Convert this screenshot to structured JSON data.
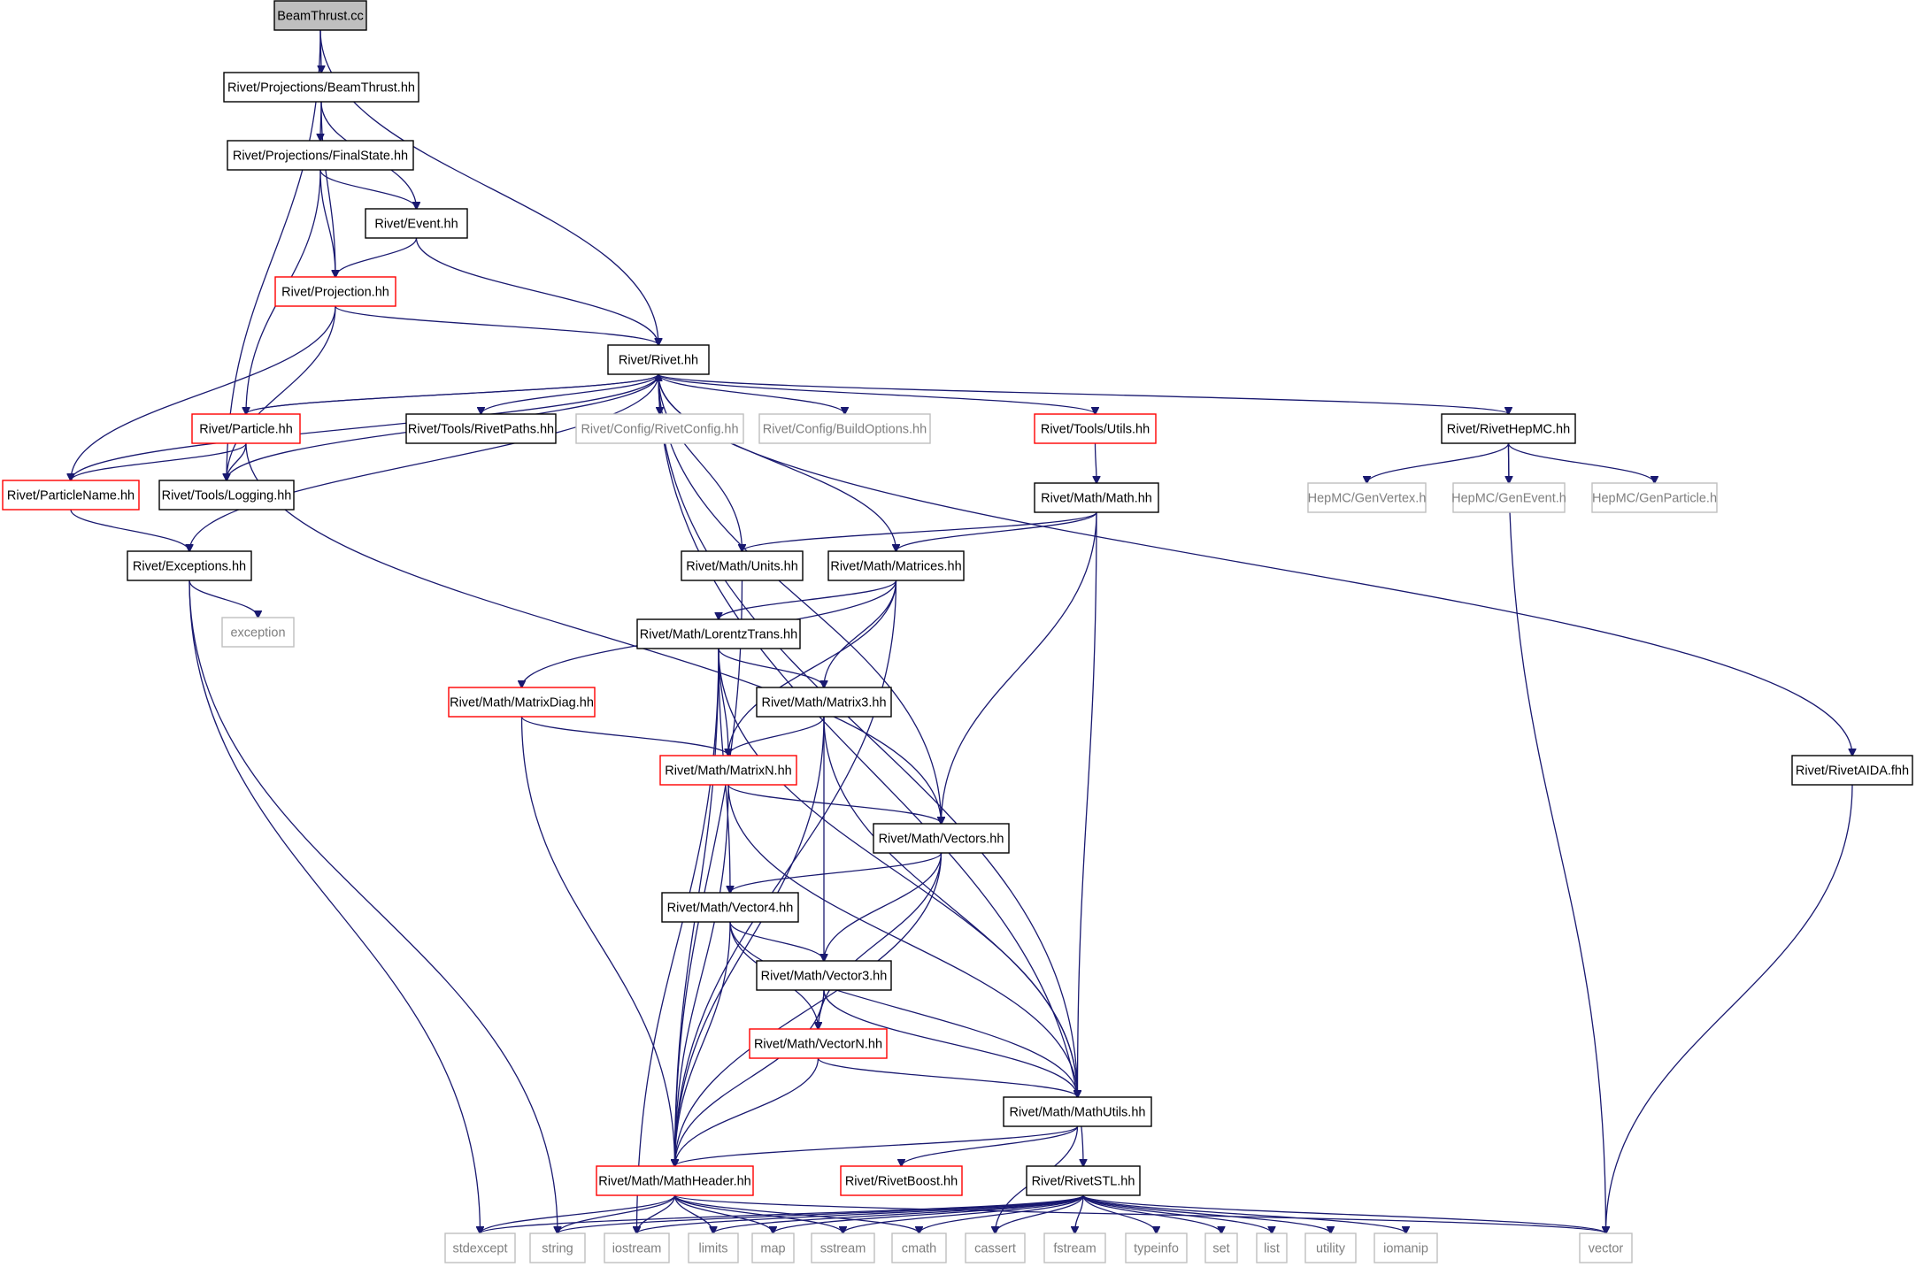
{
  "palette": {
    "edge": "#191970",
    "node_border": "#000000",
    "highlight_border": "#ff0000",
    "external_border": "#bfbfbf",
    "root_fill": "#bfbfbf",
    "external_text": "#7f7f7f",
    "text": "#000000"
  },
  "graph": {
    "nodes": [
      {
        "id": "beamthrust_cc",
        "label": "BeamThrust.cc",
        "kind": "root"
      },
      {
        "id": "proj_beamthrust",
        "label": "Rivet/Projections/BeamThrust.hh",
        "kind": "normal"
      },
      {
        "id": "proj_finalstate",
        "label": "Rivet/Projections/FinalState.hh",
        "kind": "normal"
      },
      {
        "id": "event",
        "label": "Rivet/Event.hh",
        "kind": "normal"
      },
      {
        "id": "projection",
        "label": "Rivet/Projection.hh",
        "kind": "highlight"
      },
      {
        "id": "rivet",
        "label": "Rivet/Rivet.hh",
        "kind": "normal"
      },
      {
        "id": "particle",
        "label": "Rivet/Particle.hh",
        "kind": "highlight"
      },
      {
        "id": "rivetpaths",
        "label": "Rivet/Tools/RivetPaths.hh",
        "kind": "normal"
      },
      {
        "id": "rivetconfig",
        "label": "Rivet/Config/RivetConfig.hh",
        "kind": "external"
      },
      {
        "id": "buildoptions",
        "label": "Rivet/Config/BuildOptions.hh",
        "kind": "external"
      },
      {
        "id": "utils",
        "label": "Rivet/Tools/Utils.hh",
        "kind": "highlight"
      },
      {
        "id": "rivethepmc",
        "label": "Rivet/RivetHepMC.hh",
        "kind": "normal"
      },
      {
        "id": "particlename",
        "label": "Rivet/ParticleName.hh",
        "kind": "highlight"
      },
      {
        "id": "logging",
        "label": "Rivet/Tools/Logging.hh",
        "kind": "normal"
      },
      {
        "id": "math",
        "label": "Rivet/Math/Math.hh",
        "kind": "normal"
      },
      {
        "id": "genvertex",
        "label": "HepMC/GenVertex.h",
        "kind": "external"
      },
      {
        "id": "genevent",
        "label": "HepMC/GenEvent.h",
        "kind": "external"
      },
      {
        "id": "genparticle",
        "label": "HepMC/GenParticle.h",
        "kind": "external"
      },
      {
        "id": "exceptions",
        "label": "Rivet/Exceptions.hh",
        "kind": "normal"
      },
      {
        "id": "units",
        "label": "Rivet/Math/Units.hh",
        "kind": "normal"
      },
      {
        "id": "matrices",
        "label": "Rivet/Math/Matrices.hh",
        "kind": "normal"
      },
      {
        "id": "exception",
        "label": "exception",
        "kind": "external"
      },
      {
        "id": "lorentztrans",
        "label": "Rivet/Math/LorentzTrans.hh",
        "kind": "normal"
      },
      {
        "id": "matrixdiag",
        "label": "Rivet/Math/MatrixDiag.hh",
        "kind": "highlight"
      },
      {
        "id": "matrix3",
        "label": "Rivet/Math/Matrix3.hh",
        "kind": "normal"
      },
      {
        "id": "matrixn",
        "label": "Rivet/Math/MatrixN.hh",
        "kind": "highlight"
      },
      {
        "id": "rivetaida",
        "label": "Rivet/RivetAIDA.fhh",
        "kind": "normal"
      },
      {
        "id": "vectors",
        "label": "Rivet/Math/Vectors.hh",
        "kind": "normal"
      },
      {
        "id": "vector4",
        "label": "Rivet/Math/Vector4.hh",
        "kind": "normal"
      },
      {
        "id": "vector3",
        "label": "Rivet/Math/Vector3.hh",
        "kind": "normal"
      },
      {
        "id": "vectorn",
        "label": "Rivet/Math/VectorN.hh",
        "kind": "highlight"
      },
      {
        "id": "mathutils",
        "label": "Rivet/Math/MathUtils.hh",
        "kind": "normal"
      },
      {
        "id": "mathheader",
        "label": "Rivet/Math/MathHeader.hh",
        "kind": "highlight"
      },
      {
        "id": "rivetboost",
        "label": "Rivet/RivetBoost.hh",
        "kind": "highlight"
      },
      {
        "id": "rivetstl",
        "label": "Rivet/RivetSTL.hh",
        "kind": "normal"
      },
      {
        "id": "stdexcept",
        "label": "stdexcept",
        "kind": "external"
      },
      {
        "id": "string",
        "label": "string",
        "kind": "external"
      },
      {
        "id": "iostream",
        "label": "iostream",
        "kind": "external"
      },
      {
        "id": "limits",
        "label": "limits",
        "kind": "external"
      },
      {
        "id": "map",
        "label": "map",
        "kind": "external"
      },
      {
        "id": "sstream",
        "label": "sstream",
        "kind": "external"
      },
      {
        "id": "cmath",
        "label": "cmath",
        "kind": "external"
      },
      {
        "id": "cassert",
        "label": "cassert",
        "kind": "external"
      },
      {
        "id": "fstream",
        "label": "fstream",
        "kind": "external"
      },
      {
        "id": "typeinfo",
        "label": "typeinfo",
        "kind": "external"
      },
      {
        "id": "set",
        "label": "set",
        "kind": "external"
      },
      {
        "id": "list",
        "label": "list",
        "kind": "external"
      },
      {
        "id": "utility",
        "label": "utility",
        "kind": "external"
      },
      {
        "id": "iomanip",
        "label": "iomanip",
        "kind": "external"
      },
      {
        "id": "vector",
        "label": "vector",
        "kind": "external"
      }
    ],
    "edges": [
      [
        "beamthrust_cc",
        "proj_beamthrust"
      ],
      [
        "beamthrust_cc",
        "logging"
      ],
      [
        "beamthrust_cc",
        "rivet"
      ],
      [
        "proj_beamthrust",
        "proj_finalstate"
      ],
      [
        "proj_beamthrust",
        "projection"
      ],
      [
        "proj_beamthrust",
        "event"
      ],
      [
        "proj_finalstate",
        "event"
      ],
      [
        "proj_finalstate",
        "projection"
      ],
      [
        "proj_finalstate",
        "particle"
      ],
      [
        "event",
        "projection"
      ],
      [
        "event",
        "rivet"
      ],
      [
        "projection",
        "rivet"
      ],
      [
        "projection",
        "particlename"
      ],
      [
        "projection",
        "logging"
      ],
      [
        "rivet",
        "particle"
      ],
      [
        "rivet",
        "rivetpaths"
      ],
      [
        "rivet",
        "rivetconfig"
      ],
      [
        "rivet",
        "buildoptions"
      ],
      [
        "rivet",
        "utils"
      ],
      [
        "rivet",
        "rivethepmc"
      ],
      [
        "rivet",
        "rivetaida"
      ],
      [
        "rivet",
        "exceptions"
      ],
      [
        "rivet",
        "particlename"
      ],
      [
        "rivet",
        "units"
      ],
      [
        "rivet",
        "matrices"
      ],
      [
        "rivet",
        "vectors"
      ],
      [
        "rivet",
        "mathutils"
      ],
      [
        "rivet",
        "rivetstl"
      ],
      [
        "particle",
        "rivet"
      ],
      [
        "particle",
        "particlename"
      ],
      [
        "particle",
        "logging"
      ],
      [
        "particle",
        "vectors"
      ],
      [
        "logging",
        "rivet"
      ],
      [
        "particlename",
        "exceptions"
      ],
      [
        "exceptions",
        "exception"
      ],
      [
        "exceptions",
        "stdexcept"
      ],
      [
        "exceptions",
        "string"
      ],
      [
        "utils",
        "math"
      ],
      [
        "math",
        "units"
      ],
      [
        "math",
        "matrices"
      ],
      [
        "math",
        "vectors"
      ],
      [
        "math",
        "mathutils"
      ],
      [
        "rivethepmc",
        "genvertex"
      ],
      [
        "rivethepmc",
        "genevent"
      ],
      [
        "rivethepmc",
        "genparticle"
      ],
      [
        "rivethepmc",
        "vector"
      ],
      [
        "units",
        "mathheader"
      ],
      [
        "matrices",
        "lorentztrans"
      ],
      [
        "matrices",
        "matrixdiag"
      ],
      [
        "matrices",
        "matrix3"
      ],
      [
        "matrices",
        "matrixn"
      ],
      [
        "matrices",
        "mathheader"
      ],
      [
        "lorentztrans",
        "matrix3"
      ],
      [
        "lorentztrans",
        "matrixn"
      ],
      [
        "lorentztrans",
        "vector4"
      ],
      [
        "lorentztrans",
        "mathutils"
      ],
      [
        "lorentztrans",
        "mathheader"
      ],
      [
        "lorentztrans",
        "iostream"
      ],
      [
        "matrixdiag",
        "matrixn"
      ],
      [
        "matrixdiag",
        "mathheader"
      ],
      [
        "matrix3",
        "matrixn"
      ],
      [
        "matrix3",
        "vector3"
      ],
      [
        "matrix3",
        "mathutils"
      ],
      [
        "matrix3",
        "mathheader"
      ],
      [
        "matrixn",
        "vectors"
      ],
      [
        "matrixn",
        "mathutils"
      ],
      [
        "matrixn",
        "mathheader"
      ],
      [
        "vectors",
        "vector4"
      ],
      [
        "vectors",
        "vector3"
      ],
      [
        "vectors",
        "vectorn"
      ],
      [
        "vectors",
        "mathheader"
      ],
      [
        "vector4",
        "vector3"
      ],
      [
        "vector4",
        "vectorn"
      ],
      [
        "vector4",
        "mathutils"
      ],
      [
        "vector4",
        "mathheader"
      ],
      [
        "vector3",
        "vectorn"
      ],
      [
        "vector3",
        "mathutils"
      ],
      [
        "vector3",
        "mathheader"
      ],
      [
        "vectorn",
        "mathutils"
      ],
      [
        "vectorn",
        "mathheader"
      ],
      [
        "mathutils",
        "mathheader"
      ],
      [
        "mathutils",
        "rivetboost"
      ],
      [
        "mathutils",
        "cassert"
      ],
      [
        "mathheader",
        "stdexcept"
      ],
      [
        "mathheader",
        "string"
      ],
      [
        "mathheader",
        "iostream"
      ],
      [
        "mathheader",
        "limits"
      ],
      [
        "mathheader",
        "map"
      ],
      [
        "mathheader",
        "sstream"
      ],
      [
        "mathheader",
        "cmath"
      ],
      [
        "mathheader",
        "vector"
      ],
      [
        "rivetaida",
        "vector"
      ],
      [
        "rivetstl",
        "stdexcept"
      ],
      [
        "rivetstl",
        "string"
      ],
      [
        "rivetstl",
        "iostream"
      ],
      [
        "rivetstl",
        "limits"
      ],
      [
        "rivetstl",
        "map"
      ],
      [
        "rivetstl",
        "sstream"
      ],
      [
        "rivetstl",
        "cmath"
      ],
      [
        "rivetstl",
        "cassert"
      ],
      [
        "rivetstl",
        "fstream"
      ],
      [
        "rivetstl",
        "typeinfo"
      ],
      [
        "rivetstl",
        "set"
      ],
      [
        "rivetstl",
        "list"
      ],
      [
        "rivetstl",
        "utility"
      ],
      [
        "rivetstl",
        "iomanip"
      ],
      [
        "rivetstl",
        "vector"
      ]
    ]
  }
}
